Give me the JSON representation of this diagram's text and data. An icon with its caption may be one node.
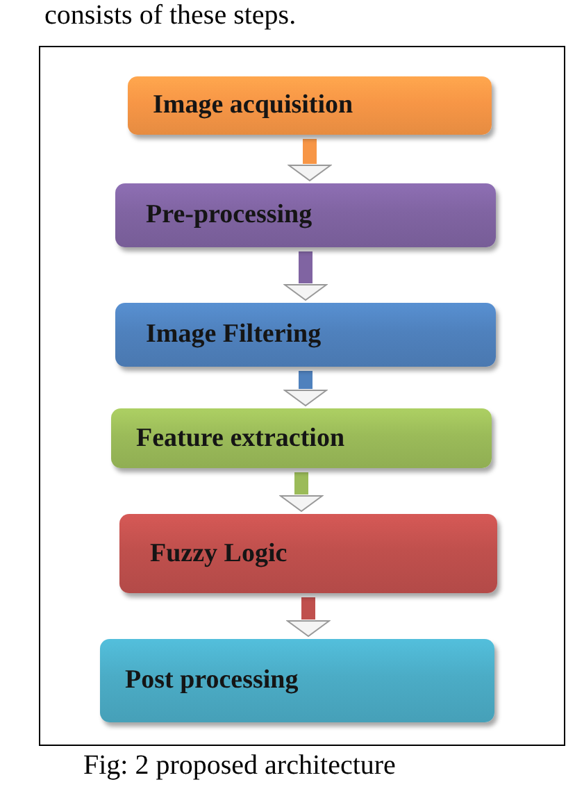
{
  "diagram": {
    "caption": "Fig: 2 proposed architecture",
    "nodes": [
      {
        "text": [
          "Image acquisition"
        ]
      },
      {
        "text": [
          "Pre-processing"
        ]
      },
      {
        "text": [
          "Image Filtering"
        ]
      },
      {
        "text": [
          "Feature extraction"
        ]
      },
      {
        "text": [
          "Fuzzy Logic"
        ]
      },
      {
        "text": [
          "Post processing"
        ]
      }
    ],
    "edges": [
      {
        "from": 0,
        "to": 1,
        "arrow": "to",
        "color": "#f79646"
      },
      {
        "from": 1,
        "to": 2,
        "arrow": "to",
        "color": "#8064a2"
      },
      {
        "from": 2,
        "to": 3,
        "arrow": "to",
        "color": "#4f81bd"
      },
      {
        "from": 3,
        "to": 4,
        "arrow": "to",
        "color": "#9bbb59"
      },
      {
        "from": 4,
        "to": 5,
        "arrow": "to",
        "color": "#c0504d"
      }
    ],
    "labels": [
      "consists of these steps."
    ]
  }
}
